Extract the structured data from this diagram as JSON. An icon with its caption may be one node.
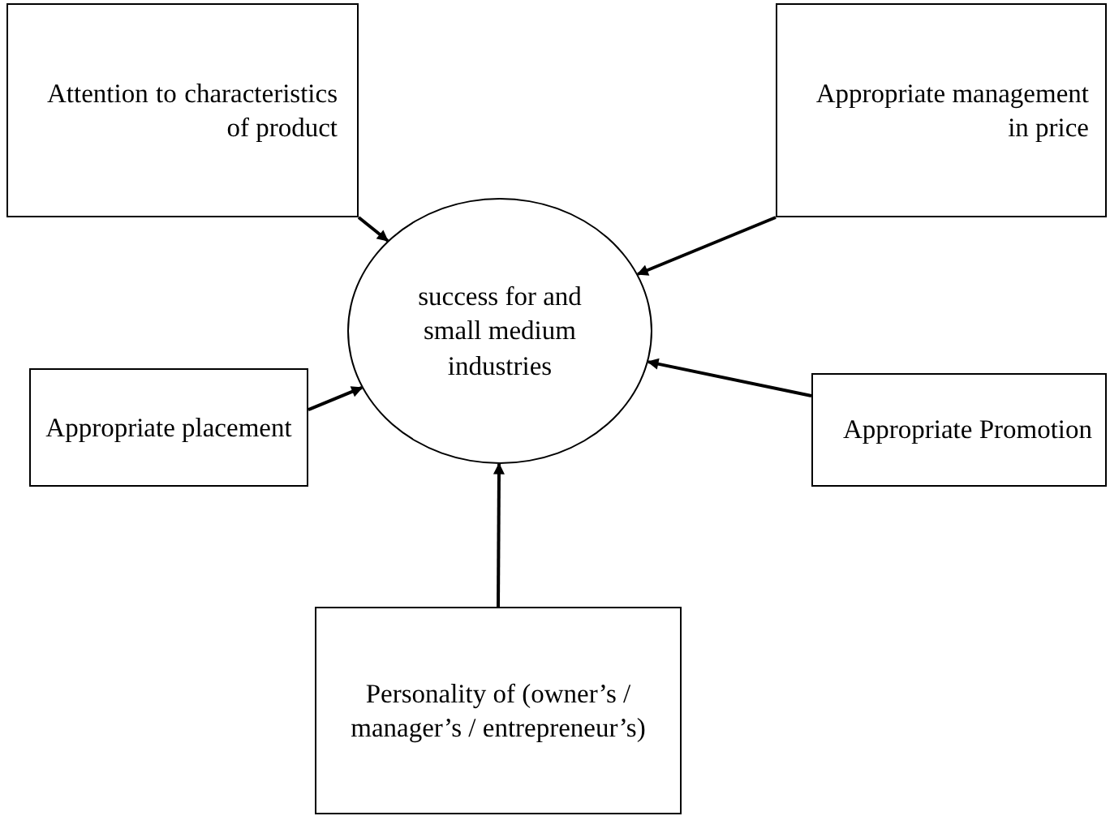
{
  "diagram": {
    "nodes": [
      {
        "text": [
          "success for and small medium industries"
        ]
      },
      {
        "text": [
          "Attention to characteristics of product"
        ]
      },
      {
        "text": [
          "Appropriate management in price"
        ]
      },
      {
        "text": [
          "Appropriate placement"
        ]
      },
      {
        "text": [
          "Appropriate Promotion"
        ]
      },
      {
        "text": [
          "Personality of (owner’s / manager’s / entrepreneur’s)"
        ]
      }
    ],
    "edges": [
      {
        "from": 1,
        "to": 0,
        "arrow": "to"
      },
      {
        "from": 2,
        "to": 0,
        "arrow": "to"
      },
      {
        "from": 3,
        "to": 0,
        "arrow": "to"
      },
      {
        "from": 4,
        "to": 0,
        "arrow": "to"
      },
      {
        "from": 5,
        "to": 0,
        "arrow": "to"
      }
    ]
  }
}
